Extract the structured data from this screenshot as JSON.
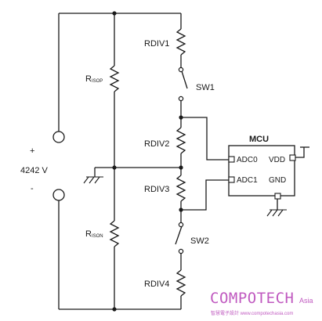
{
  "diagram": {
    "labels": {
      "rdiv1": "RDIV1",
      "rdiv2": "RDIV2",
      "rdiv3": "RDIV3",
      "rdiv4": "RDIV4",
      "sw1": "SW1",
      "sw2": "SW2",
      "risop_main": "R",
      "risop_sub": "ISOP",
      "rison_main": "R",
      "rison_sub": "ISON",
      "plus": "+",
      "minus": "-",
      "voltage": "4242 V"
    },
    "mcu": {
      "title": "MCU",
      "pin_adc0": "ADC0",
      "pin_adc1": "ADC1",
      "pin_vdd": "VDD",
      "pin_gnd": "GND"
    }
  },
  "watermark": {
    "brand": "COMPOTECH",
    "region": "Asia",
    "tagline": "智慧電子設計 www.compotechasia.com"
  }
}
